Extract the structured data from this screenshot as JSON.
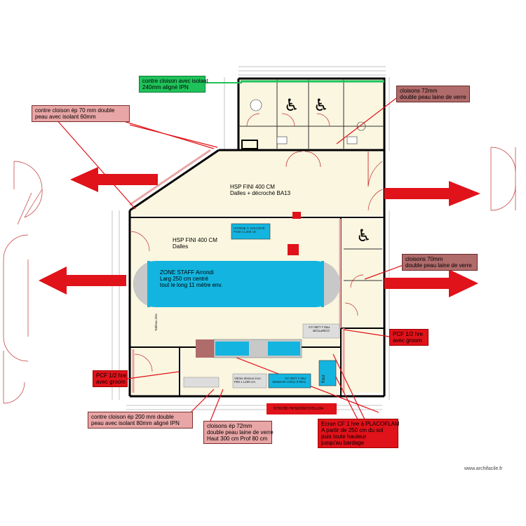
{
  "notes": {
    "green_partition": [
      "contre cloison avec isolant",
      "240mm aligné IPN"
    ],
    "pink_partition_70": [
      "contre cloison ép 70 mm double",
      "peau avec isolant 60mm"
    ],
    "brown_cloisons_72": [
      "cloisons 72mm",
      "double peau laine de verre"
    ],
    "brown_cloisons_70": [
      "cloisons 70mm",
      "double peau laine de verre"
    ],
    "red_pcf_right": [
      "PCF 1/2 hre",
      "avec groom"
    ],
    "red_pcf_left": [
      "PCF 1/2 hre",
      "avec groom"
    ],
    "pink_partition_200": [
      "contre cloison ép 200 mm double",
      "peau avec isolant 80mm aligné IPN"
    ],
    "pink_cloisons_72": [
      "cloisons ép 72mm",
      "double peau laine de verre",
      "Haut 300 cm Prof 80 cm"
    ],
    "red_ecran": [
      "Ecran CF 1 hre à PLACOFLAM",
      "A partir de 250 cm du sol",
      "puis toute hauteur",
      "jusqu'au bardage"
    ]
  },
  "zones": {
    "upper_hall": [
      "HSP FINI 400 CM",
      "Dalles + décroché BA13"
    ],
    "main_hall": [
      "HSP FINI 400 CM",
      "Dalles"
    ],
    "staff_zone": [
      "ZONE STAFF Arrondi",
      "Larg 250 cm centré",
      "tout le long 11 mètre env."
    ],
    "vitrine_volonte": [
      "VITRINE À VOLONTÉ",
      "P100 x L300 cm"
    ],
    "vitrine_inox": [
      "Vitrine dessus inox",
      "P80 x L200 cm"
    ],
    "table_pizza": [
      "TABLE PIZZA MARBRE",
      "P80 x L250 cm"
    ],
    "comptoir": [
      "COMPTOIR",
      "P80 x L350 cm"
    ],
    "four": "four",
    "tableau": "Tableau élec",
    "bottom_banner": "HOTTE/CUISSON AU DESSUS"
  },
  "accessibility_icon": "wheelchair-icon",
  "brand": "www.archifacile.fr",
  "colors": {
    "wall": "#000000",
    "floor": "#faf6e0",
    "staff_zone": "#13b5e0",
    "arrow": "#e0121a",
    "note_pink": "#e9a6a6",
    "note_brown": "#b06b6b",
    "note_red": "#e0121a",
    "note_green": "#1fc25a"
  }
}
